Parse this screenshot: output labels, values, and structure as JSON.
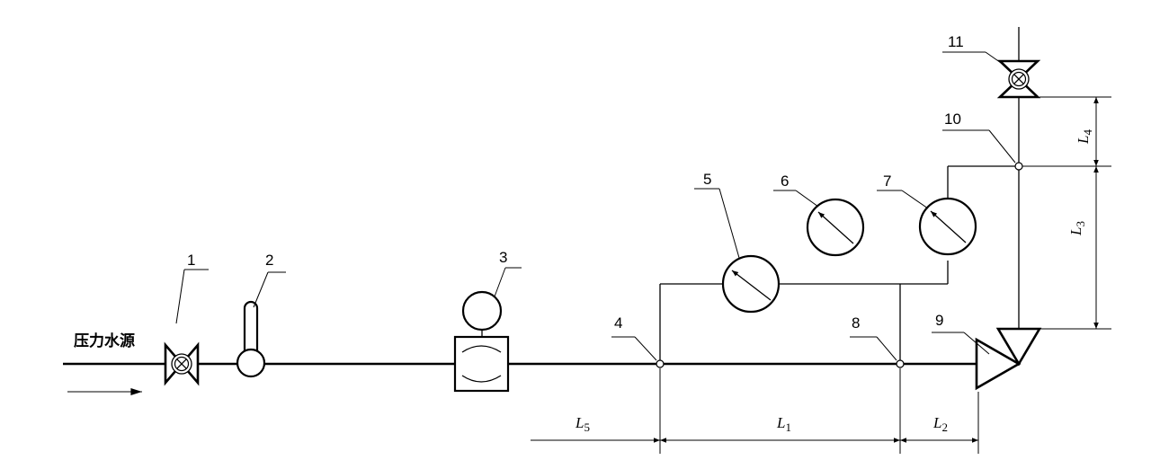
{
  "source_label": "压力水源",
  "callouts": {
    "c1": "1",
    "c2": "2",
    "c3": "3",
    "c4": "4",
    "c5": "5",
    "c6": "6",
    "c7": "7",
    "c8": "8",
    "c9": "9",
    "c10": "10",
    "c11": "11"
  },
  "dimensions": {
    "L1": "L",
    "L1_sub": "1",
    "L2": "L",
    "L2_sub": "2",
    "L3": "L",
    "L3_sub": "3",
    "L4": "L",
    "L4_sub": "4",
    "L5": "L",
    "L5_sub": "5"
  }
}
